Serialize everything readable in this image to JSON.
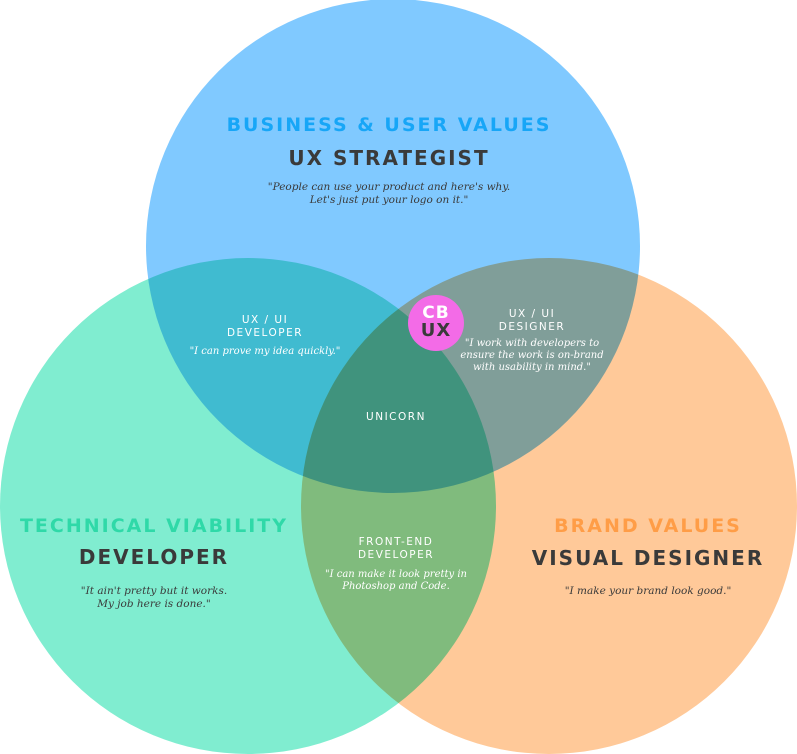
{
  "colors": {
    "business": "#80c9ff",
    "technical": "#80edd0",
    "brand": "#ffc999",
    "business_text": "#17a6f7",
    "technical_text": "#2fd9a8",
    "brand_text": "#ff9d47",
    "dark_text": "#3a3a3a",
    "logo": "#f36be7"
  },
  "circles": {
    "business": {
      "heading": "BUSINESS & USER VALUES",
      "role": "UX STRATEGIST",
      "quote": [
        "\"People can use your product and here's why.",
        "Let's just put your logo on it.\""
      ]
    },
    "technical": {
      "heading": "TECHNICAL VIABILITY",
      "role": "DEVELOPER",
      "quote": [
        "\"It ain't pretty but it works.",
        "My job here is done.\""
      ]
    },
    "brand": {
      "heading": "BRAND VALUES",
      "role": "VISUAL DESIGNER",
      "quote": [
        "\"I make your brand look good.\""
      ]
    }
  },
  "overlaps": {
    "ux_ui_developer": {
      "title": [
        "UX / UI",
        "DEVELOPER"
      ],
      "quote": [
        "\"I can prove my idea quickly.\""
      ]
    },
    "ux_ui_designer": {
      "title": [
        "UX / UI",
        "DESIGNER"
      ],
      "quote": [
        "\"I work with developers to",
        "ensure the work is on-brand",
        "with usability in mind.\""
      ]
    },
    "front_end_developer": {
      "title": [
        "FRONT-END",
        "DEVELOPER"
      ],
      "quote": [
        "\"I can make it look pretty in",
        "Photoshop and Code."
      ]
    },
    "center": {
      "title": "UNICORN"
    }
  },
  "logo": {
    "line1": "CB",
    "line2": "UX"
  }
}
